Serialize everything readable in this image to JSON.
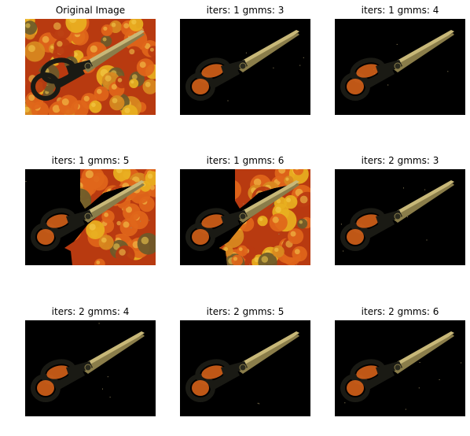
{
  "panels": [
    {
      "title": "Original Image",
      "variant": "original",
      "fruit_coverage": 1.0
    },
    {
      "title": "iters: 1 gmms: 3",
      "variant": "segmented",
      "fruit_coverage": 0.0
    },
    {
      "title": "iters: 1 gmms: 4",
      "variant": "segmented",
      "fruit_coverage": 0.0
    },
    {
      "title": "iters: 1 gmms: 5",
      "variant": "segmented",
      "fruit_coverage": 0.85
    },
    {
      "title": "iters: 1 gmms: 6",
      "variant": "segmented",
      "fruit_coverage": 0.85
    },
    {
      "title": "iters: 2 gmms: 3",
      "variant": "segmented",
      "fruit_coverage": 0.0
    },
    {
      "title": "iters: 2 gmms: 4",
      "variant": "segmented",
      "fruit_coverage": 0.0
    },
    {
      "title": "iters: 2 gmms: 5",
      "variant": "segmented",
      "fruit_coverage": 0.0
    },
    {
      "title": "iters: 2 gmms: 6",
      "variant": "segmented",
      "fruit_coverage": 0.0
    }
  ],
  "colors": {
    "background": "#000000",
    "fruit_orange": "#e0661a",
    "fruit_yellow": "#e8b020",
    "fruit_red": "#b83a10",
    "blade": "#c8b878",
    "blade_shadow": "#8a7d4a",
    "handle": "#1a1a14",
    "handle_rim": "#4a3a20",
    "pivot": "#2a2a1e"
  }
}
